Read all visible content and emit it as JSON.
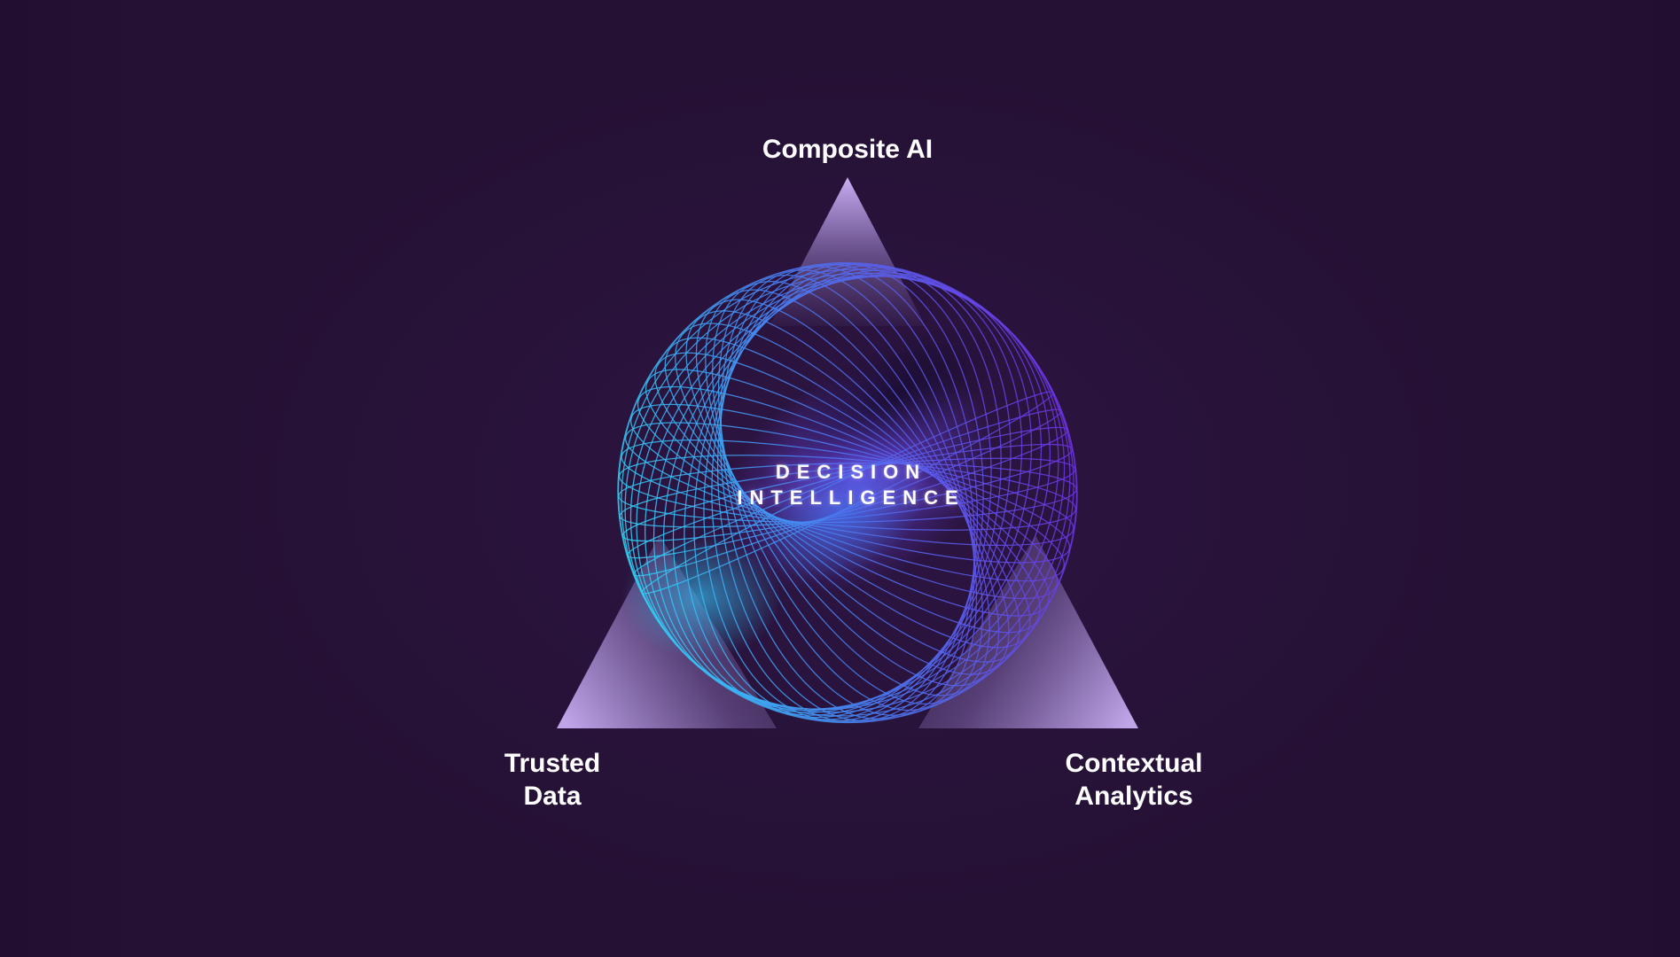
{
  "labels": {
    "top": "Composite AI",
    "bottom_left_line1": "Trusted",
    "bottom_left_line2": "Data",
    "bottom_right_line1": "Contextual",
    "bottom_right_line2": "Analytics",
    "center_line1": "DECISION",
    "center_line2": "INTELLIGENCE"
  },
  "colors": {
    "background": "#251134",
    "triangle": "#c9aef5",
    "ring_cyan": "#2fd4f5",
    "ring_blue": "#4a7df2",
    "ring_purple": "#6d30e0",
    "glow_purple": "#6a46e8",
    "glow_blue": "#3f86ff",
    "glow_cyan": "#35ccff",
    "text": "#ffffff"
  }
}
